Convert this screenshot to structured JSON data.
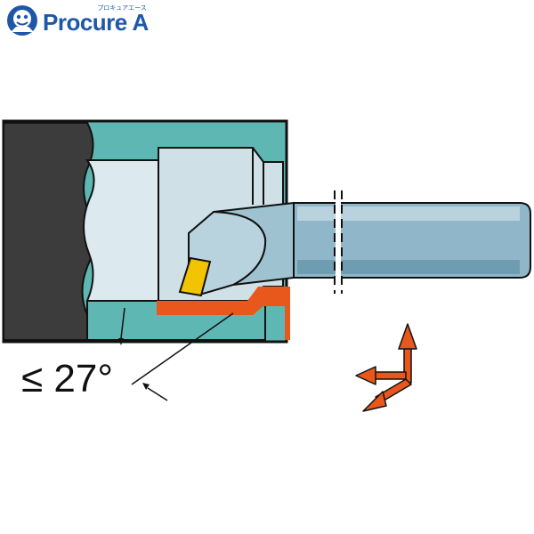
{
  "logo": {
    "brand_text": "Procure A",
    "kana_text": "プロキュアエース"
  },
  "annotation": {
    "angle_label": "≤ 27°"
  },
  "colors": {
    "workpiece_dark": "#3c3c3c",
    "bore_teal": "#5fb7b4",
    "tool_gray": "#8fb7c9",
    "cut_orange": "#e8581c",
    "insert_yellow": "#f2c300",
    "arrow_orange": "#e8581c",
    "logo_blue": "#1f57a8"
  },
  "icons": {
    "logo_mark": "mascot-icon",
    "feed_direction": "feed-direction-arrows-icon"
  }
}
